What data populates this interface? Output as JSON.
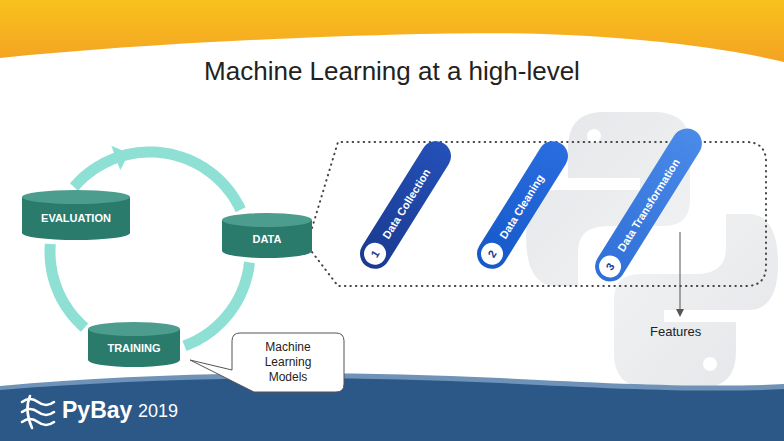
{
  "diagram": {
    "title": "Machine Learning at a high-level",
    "nodes": [
      {
        "text": [
          "EVALUATION"
        ]
      },
      {
        "text": [
          "DATA"
        ]
      },
      {
        "text": [
          "TRAINING"
        ]
      },
      {
        "text": [
          "Machine Learning Models"
        ]
      },
      {
        "text": [
          "Data Collection"
        ]
      },
      {
        "text": [
          "1"
        ],
        "in": 4
      },
      {
        "text": [
          "Data Cleaning"
        ]
      },
      {
        "text": [
          "2"
        ],
        "in": 6
      },
      {
        "text": [
          "Data Transformation"
        ]
      },
      {
        "text": [
          "3"
        ],
        "in": 8
      }
    ],
    "edges": [
      {
        "from": 0,
        "to": 1,
        "arrow": "to"
      },
      {
        "from": 1,
        "to": 2,
        "arrow": "none"
      },
      {
        "from": 2,
        "to": 0,
        "arrow": "none"
      }
    ],
    "labels": [
      "Features",
      "PyBay",
      "2019"
    ]
  }
}
